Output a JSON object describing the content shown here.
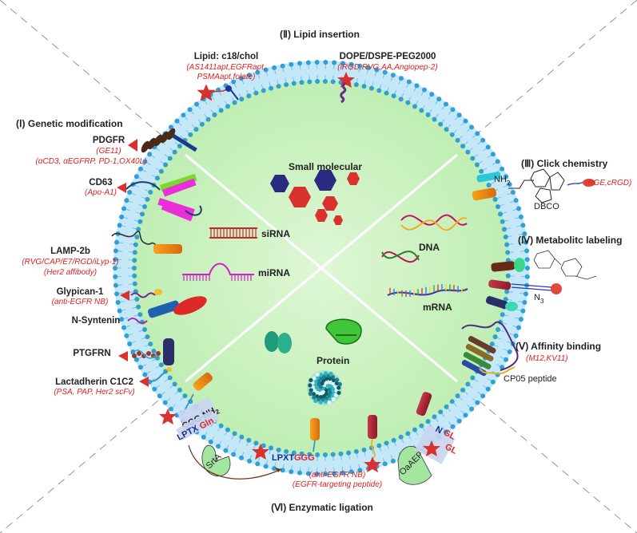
{
  "sections": {
    "genetic": "(Ⅰ) Genetic modification",
    "lipid": "(Ⅱ) Lipid insertion",
    "click": "(Ⅲ) Click chemistry",
    "metabolic": "(Ⅳ) Metabolitc labeling",
    "affinity": "(Ⅴ) Affinity binding",
    "enzymatic": "(Ⅵ) Enzymatic ligation"
  },
  "lipid_insertion": {
    "c18_title": "Lipid: c18/chol",
    "c18_sub1": "(AS1411apt,EGFRapt,",
    "c18_sub2": "PSMAapt,folate)",
    "dope_title": "DOPE/DSPE-PEG2000",
    "dope_sub": "(iRGD,RVG,AA,Angiopep-2)"
  },
  "genetic_modification": {
    "pdgfr": "PDGFR",
    "pdgfr_sub1": "(GE11)",
    "pdgfr_sub2": "(αCD3, αEGFRP, PD-1,OX40L)",
    "cd63": "CD63",
    "cd63_sub": "(Apo-A1)",
    "lamp": "LAMP-2b",
    "lamp_sub1": "(RVG/CAP/E7/RGD/iLyp-1)",
    "lamp_sub2": "(Her2 affibody)",
    "glypican": "Glypican-1",
    "glypican_sub": "(anti-EGFR NB)",
    "nsyntenin": "N-Syntenin",
    "ptgfrn": "PTGFRN",
    "lactadherin": "Lactadherin C1C2",
    "lactadherin_sub": "(PSA, PAP, Her2 scFv)"
  },
  "cargo": {
    "small_molecular": "Small molecular",
    "sirna": "siRNA",
    "mirna": "miRNA",
    "dna": "DNA",
    "mrna": "mRNA",
    "protein": "Protein"
  },
  "click_chemistry": {
    "nh2": "NH",
    "nh2_sub": "2",
    "dbco": "DBCO",
    "sub": "(RGE,cRGD)"
  },
  "metabolic_labeling": {
    "n3": "N",
    "n3_sub": "3"
  },
  "affinity_binding": {
    "sub": "(M12,KV11)",
    "cp05": "CP05 peptide"
  },
  "enzymatic_ligation": {
    "ggg": "GGG-NH",
    "ggg_sub": "2",
    "lptx": "LPTX",
    "gln": "Gln",
    "srta": "SrtA",
    "lpxt": "LPXT",
    "ggg2": "GGG",
    "oaaep1": "OaAEP1",
    "ngl_n": "N",
    "ngl_gl": "GL",
    "gl": "GL",
    "sub1": "(anti-EGFR NB)",
    "sub2": "(EGFR-targeting peptide)"
  }
}
